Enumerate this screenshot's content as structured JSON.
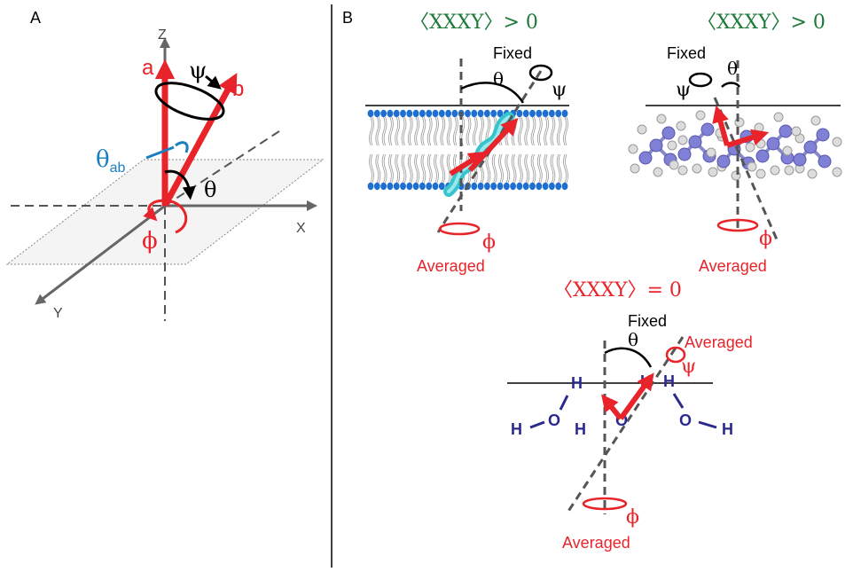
{
  "panel_a": {
    "label": "A",
    "axis_z": "Z",
    "axis_x": "X",
    "axis_y": "Y",
    "vector_a": "a",
    "vector_b": "b",
    "angle_psi": "ψ",
    "angle_theta_ab": "θ",
    "angle_theta_ab_sub": "ab",
    "angle_theta": "θ",
    "angle_phi": "ϕ"
  },
  "panel_b": {
    "label": "B",
    "top_left": {
      "condition": "〈XXXY〉> 0",
      "fixed": "Fixed",
      "theta": "θ",
      "psi": "ψ",
      "phi": "ϕ",
      "averaged": "Averaged"
    },
    "top_right": {
      "condition": "〈XXXY〉> 0",
      "fixed": "Fixed",
      "theta": "θ",
      "psi": "ψ",
      "phi": "ϕ",
      "averaged": "Averaged"
    },
    "bottom": {
      "condition": "〈XXXY〉= 0",
      "fixed": "Fixed",
      "theta": "θ",
      "averaged_top": "Averaged",
      "psi": "ψ",
      "phi": "ϕ",
      "averaged_bottom": "Averaged",
      "atom_h": "H",
      "atom_o": "O"
    }
  },
  "colors": {
    "red": "#e8232a",
    "blue": "#1a7fc1",
    "green": "#1f7a3a",
    "navy": "#2a2a8c",
    "gray": "#666666",
    "lipid": "#1e6fd0",
    "helix": "#35c5cf",
    "atom": "#7f80d6"
  }
}
